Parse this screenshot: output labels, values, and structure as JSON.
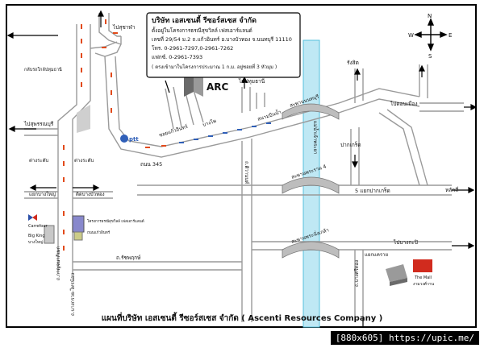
{
  "company": {
    "name": "บริษัท เอสเซนตี้ รีซอร์สเซส จำกัด",
    "building": "ตั้งอยู่ในโครงการธรณีสุขวิลล์ เฟสเอาร์แลนด์",
    "address": "เลขที่ 29/54 ม.2 ถ.แก้วอินทร์ อ.บางบัวทอง จ.นนทบุรี 11110",
    "phone": "โทร. 0-2961-7297,0-2961-7262",
    "fax": "แฟกซ์. 0-2961-7393",
    "note": "( ตรงเข้ามาในโครงการประมาณ 1 ก.ม. อยู่ซอยที่ 3 หัวมุม )"
  },
  "footer_title": "แผนที่บริษัท เอสเซนตี้ รีซอร์สเซส จำกัด ( Ascenti Resources Company )",
  "watermark": "[880x605] https://upic.me/",
  "compass": {
    "n": "N",
    "s": "S",
    "e": "E",
    "w": "W"
  },
  "labels": {
    "arc": "ARC",
    "ptt": "ptt",
    "to_suphan": "ไปสุพรรณบุรี",
    "to_suphan_top": "ไปสุชาฬา",
    "kanlapaphruek": "กลับรถใกล้ปทุมธานี",
    "thanon345": "ถนน 345",
    "pathumthani": "ไปปทุมธานี",
    "rangsit": "รังสิต",
    "to_donmueang": "ไปดอนเมือง",
    "bridge1": "สะพานนนทบุรี",
    "bridge2": "สะพานพระราม 4",
    "bridge3": "สะพานพระนั่งเกล้า",
    "pakkret": "ปากเกร็ด",
    "laksi": "หลักสี่",
    "to_bangkapi": "ไปบางกะปิ",
    "soi_pakkret5": "5 แยกปากเกร็ด",
    "chaopraya": "แม่น้ำเจ้าพระยา",
    "tiwanon": "ถ.ติวานนท์",
    "ratchaphruek": "ถ.รัชพฤกษ์",
    "kanchana": "ถ.กาญจนาภิเษก",
    "bangkruai": "ถ.บางกรวย-ไทรน้อย",
    "bangsithong": "ถ.บางศรีทอง",
    "ngamwongwan": "ถ.งามวงศ์วาน",
    "bangyai": "แยกบางใหญ่",
    "bangbuathong": "ติดบางบัวทอง",
    "soi_nonthaburi": "แยกนนทบุรี",
    "carrefour": "Carrefour",
    "bigking": "Big King",
    "bangyai2": "บางใหญ่",
    "housing_label": "โครงการธรณีสุขวิลล์ เฟสเอาร์แลนด์",
    "kaewin": "ถนนแก้วอินทร์",
    "mall": "The Mall",
    "mall_th": "งามวงศ์วาน",
    "soi_kaewin": "ซอยแก้วอินทร์",
    "bangpho": "บางโพ",
    "yaek_ngam": "แยกแคราย",
    "intersection1": "ต่างระดับ",
    "intersection2": "ต่างระดับ",
    "sanambinnam": "สนามบินน้ำ"
  },
  "colors": {
    "road": "#9a9a9a",
    "river": "#bfe8f4",
    "river_stroke": "#55c0dd",
    "route_red": "#e24a1a",
    "route_blue": "#2f5fb8",
    "bridge": "#bdbdbd"
  }
}
